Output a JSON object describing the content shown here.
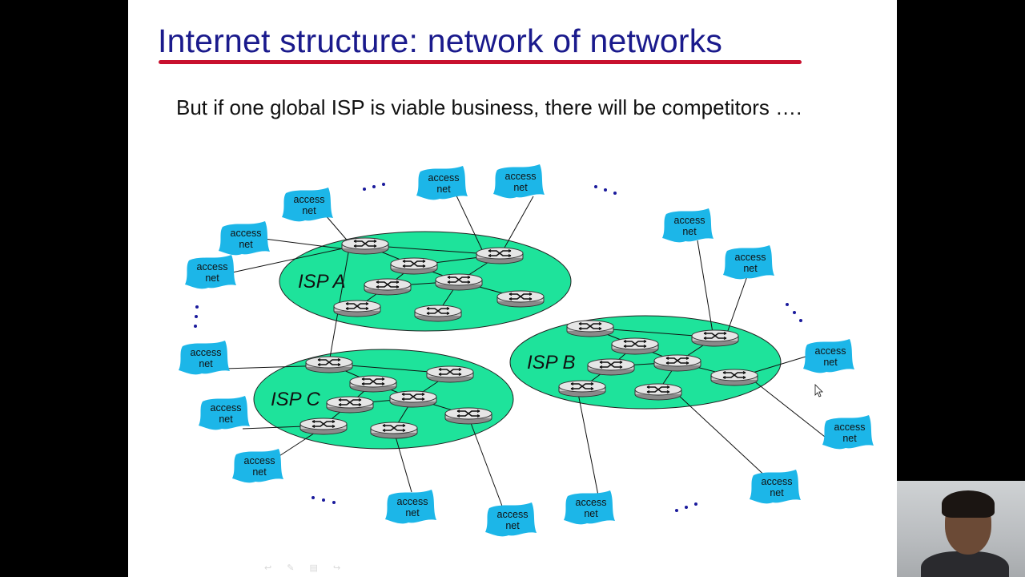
{
  "slide": {
    "title": "Internet structure: network of networks",
    "bullet": "But if one global ISP is viable business, there will be competitors ….",
    "title_color": "#1a1a8c",
    "underline_color": "#c8102e"
  },
  "diagram": {
    "isp_labels": [
      "ISP A",
      "ISP B",
      "ISP C"
    ],
    "access_net_label_line1": "access",
    "access_net_label_line2": "net",
    "ellipsis": "…",
    "isp_fill": "#1ee39b",
    "access_net_fill": "#1cb6e8"
  },
  "footer": {
    "icons": [
      "back-icon",
      "pen-icon",
      "menu-icon",
      "forward-icon"
    ]
  },
  "webcam": {
    "description_icon": "presenter-video-icon"
  }
}
